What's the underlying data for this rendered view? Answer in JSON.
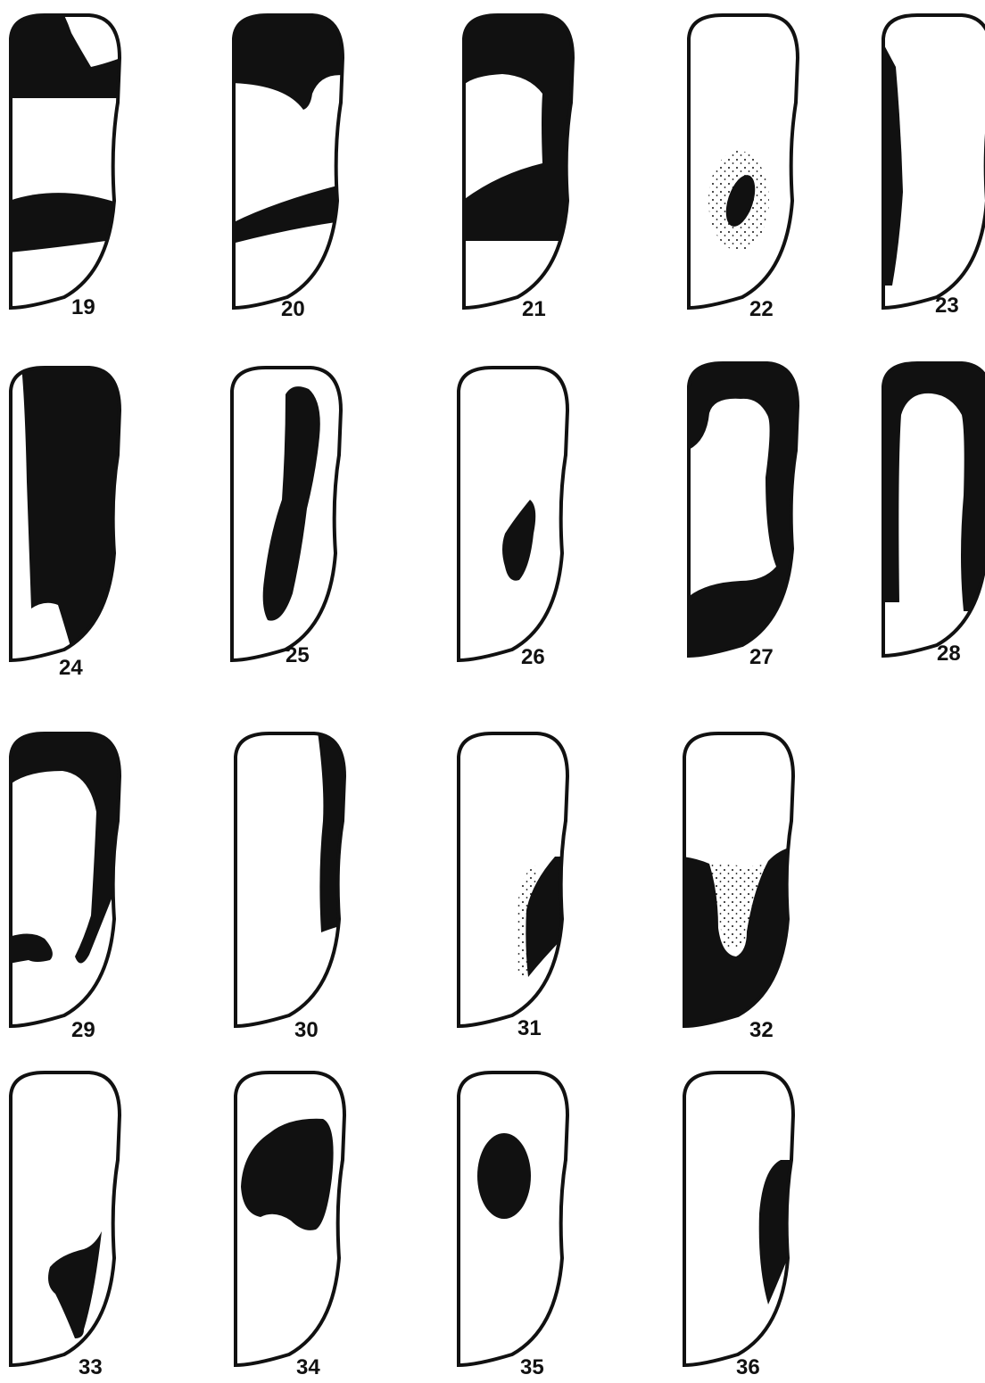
{
  "figures": [
    {
      "label": "19",
      "pattern": "two-bands-top-notch"
    },
    {
      "label": "20",
      "pattern": "two-bands"
    },
    {
      "label": "21",
      "pattern": "cap-right-stripe-band"
    },
    {
      "label": "22",
      "pattern": "stippled-spot"
    },
    {
      "label": "23",
      "pattern": "left-edge-stripe"
    },
    {
      "label": "24",
      "pattern": "mostly-filled"
    },
    {
      "label": "25",
      "pattern": "long-central-blotch"
    },
    {
      "label": "26",
      "pattern": "small-blotch"
    },
    {
      "label": "27",
      "pattern": "cap-right-stripe-base"
    },
    {
      "label": "28",
      "pattern": "cap-both-side-stripes"
    },
    {
      "label": "29",
      "pattern": "cap-right-stripe-left-spot"
    },
    {
      "label": "30",
      "pattern": "thin-right-stripe"
    },
    {
      "label": "31",
      "pattern": "lower-right-stippled-stripe"
    },
    {
      "label": "32",
      "pattern": "lower-fill-stippled-notch"
    },
    {
      "label": "33",
      "pattern": "lower-blotch"
    },
    {
      "label": "34",
      "pattern": "large-blotch"
    },
    {
      "label": "35",
      "pattern": "round-spot"
    },
    {
      "label": "36",
      "pattern": "right-edge-stripe"
    }
  ],
  "colors": {
    "ink": "#111111",
    "paper": "#ffffff"
  }
}
